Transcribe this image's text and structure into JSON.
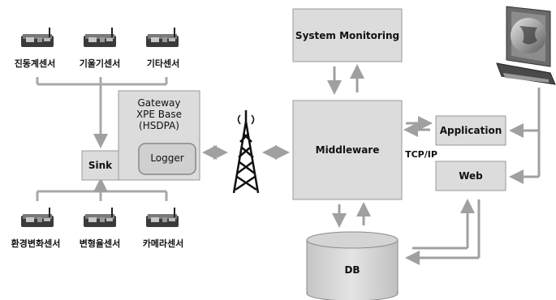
{
  "sensors_top": [
    "진동계센서",
    "기울기센서",
    "기타센서"
  ],
  "sensors_bottom": [
    "환경변화센서",
    "변형율센서",
    "카메라센서"
  ],
  "gateway": {
    "line1": "Gateway",
    "line2": "XPE  Base",
    "line3": "(HSDPA)"
  },
  "logger": "Logger",
  "sink": "Sink",
  "system_monitoring": "System  Monitoring",
  "middleware": "Middleware",
  "application": "Application",
  "web": "Web",
  "tcpip": "TCP/IP",
  "db": "DB",
  "colors": {
    "box_fill": "#dcdcdc",
    "arrow": "#a0a0a0",
    "border": "#9a9a9a"
  }
}
